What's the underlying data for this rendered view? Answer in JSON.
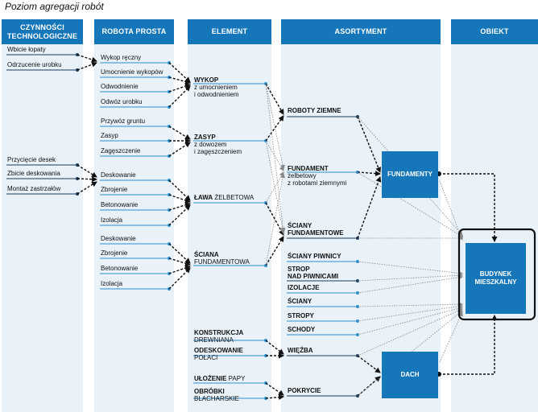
{
  "title": "Poziom agregacji robót",
  "headers": {
    "czynnosci": "CZYNNOŚCI TECHNOLOGICZNE",
    "robota": "ROBOTA PROSTA",
    "element": "ELEMENT",
    "asortyment": "ASORTYMENT",
    "obiekt": "OBIEKT"
  },
  "czynnosci": [
    "Wbicie łopaty",
    "Odrzucenie urobku",
    "Przycięcie desek",
    "Zbicie deskowania",
    "Montaż zastrzałów"
  ],
  "robota": [
    "Wykop ręczny",
    "Umocnienie wykopów",
    "Odwodnienie",
    "Odwóz urobku",
    "Przywóz gruntu",
    "Zasyp",
    "Zagęszczenie",
    "Deskowanie",
    "Zbrojenie",
    "Betonowanie",
    "Izolacja",
    "Deskowanie",
    "Zbrojenie",
    "Betonowanie",
    "Izolacja"
  ],
  "element": {
    "wykop": {
      "name": "WYKOP",
      "sub1": "z umocnieniem",
      "sub2": "i odwodnieniem"
    },
    "zasyp": {
      "name": "ZASYP",
      "sub1": "z dowozem",
      "sub2": "i zagęszczeniem"
    },
    "lawa": {
      "name": "ŁAWA",
      "rest": " ŻELBETOWA"
    },
    "sciana": {
      "name": "ŚCIANA",
      "sub1": "FUNDAMENTOWA"
    },
    "konstrukcja": {
      "name": "KONSTRUKCJA",
      "sub1": "DREWNIANA"
    },
    "odeskowanie": {
      "name": "ODESKOWANIE",
      "sub1": "POŁACI"
    },
    "ulozenie": {
      "name": "UŁOŻENIE",
      "rest": " PAPY"
    },
    "obrobki": {
      "name": "OBRÓBKI",
      "sub1": "BLACHARSKIE"
    }
  },
  "asortyment": {
    "roboty_ziemne": "ROBOTY ZIEMNE",
    "fundament": {
      "name": "FUNDAMENT",
      "sub1": "żelbetowy",
      "sub2": "z robotami ziemnymi"
    },
    "sciany_fund": {
      "name": "ŚCIANY",
      "sub1": "FUNDAMENTOWE"
    },
    "sciany_piwnicy": "ŚCIANY PIWNICY",
    "strop": {
      "name": "STROP",
      "sub1": "NAD PIWNICAMI"
    },
    "izolacje": "IZOLACJE",
    "sciany": "ŚCIANY",
    "stropy": "STROPY",
    "schody": "SCHODY",
    "wiezba": "WIĘŹBA",
    "pokrycie": "POKRYCIE"
  },
  "obiekt": {
    "fundamenty": "FUNDAMENTY",
    "dach": "DACH",
    "budynek1": "BUDYNEK",
    "budynek2": "MIESZKALNY"
  },
  "colors": {
    "accent": "#1576b9",
    "column_bg": "#e9f2f9",
    "dot_dark": "#1b3a5c",
    "dot_blue": "#2d8fd0"
  }
}
